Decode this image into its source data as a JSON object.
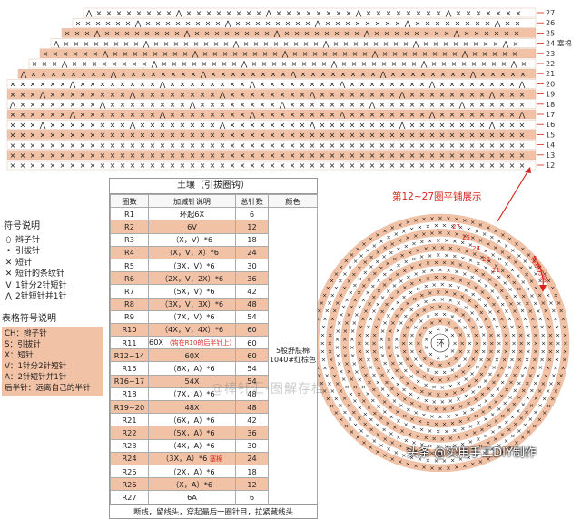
{
  "strip": {
    "rows": [
      {
        "label": "27",
        "color": "#ffffff"
      },
      {
        "label": "26",
        "color": "#ffffff"
      },
      {
        "label": "25",
        "color": "#f2c2a6"
      },
      {
        "label": "24 塞棉",
        "color": "#ffffff"
      },
      {
        "label": "23",
        "color": "#f2c2a6"
      },
      {
        "label": "22",
        "color": "#ffffff"
      },
      {
        "label": "21",
        "color": "#f2c2a6"
      },
      {
        "label": "20",
        "color": "#ffffff"
      },
      {
        "label": "19",
        "color": "#f2c2a6"
      },
      {
        "label": "18",
        "color": "#ffffff"
      },
      {
        "label": "17",
        "color": "#f2c2a6"
      },
      {
        "label": "16",
        "color": "#ffffff"
      },
      {
        "label": "15",
        "color": "#f2c2a6"
      },
      {
        "label": "14",
        "color": "#ffffff"
      },
      {
        "label": "13",
        "color": "#f2c2a6"
      },
      {
        "label": "12",
        "color": "#ffffff"
      }
    ]
  },
  "flat_label": "第12~27圈平铺展示",
  "circle": {
    "arrow_label": "钩织方向",
    "center_label": "环",
    "outer_labels": [
      "27",
      "25",
      "24",
      "23",
      "21"
    ]
  },
  "legend": {
    "title": "符号说明",
    "items": [
      {
        "icon": "chain-icon",
        "symbol": "⬯",
        "label": "辫子针"
      },
      {
        "icon": "slip-stitch-icon",
        "symbol": "•",
        "label": "引拔针"
      },
      {
        "icon": "single-crochet-icon",
        "symbol": "✕",
        "label": "短针"
      },
      {
        "icon": "back-loop-icon",
        "symbol": "✕",
        "label": "短针的条纹针"
      },
      {
        "icon": "increase-icon",
        "symbol": "V",
        "label": "1针分2针短针"
      },
      {
        "icon": "decrease-icon",
        "symbol": "⋀",
        "label": "2针短针并1针"
      }
    ]
  },
  "table_legend": {
    "title": "表格符号说明",
    "items": [
      "CH：辫子针",
      "S：引拔针",
      "X：短针",
      "V：1针分2针短针",
      "A：2针短针并1针",
      "后半针：远离自己的半针"
    ]
  },
  "table": {
    "title": "土壤（引拔圈钩）",
    "headers": [
      "圈数",
      "加减针说明",
      "总针数",
      "颜色"
    ],
    "rows": [
      {
        "round": "R1",
        "desc": "环起6X",
        "total": "6",
        "highlight": false
      },
      {
        "round": "R2",
        "desc": "6V",
        "total": "12",
        "highlight": true
      },
      {
        "round": "R3",
        "desc": "（X，V）*6",
        "total": "18",
        "highlight": false
      },
      {
        "round": "R4",
        "desc": "（X，V，X）*6",
        "total": "24",
        "highlight": true
      },
      {
        "round": "R5",
        "desc": "（3X，V）*6",
        "total": "30",
        "highlight": false
      },
      {
        "round": "R6",
        "desc": "（2X，V，2X）*6",
        "total": "36",
        "highlight": true
      },
      {
        "round": "R7",
        "desc": "（5X，V）*6",
        "total": "42",
        "highlight": false
      },
      {
        "round": "R8",
        "desc": "（3X，V，3X）*6",
        "total": "48",
        "highlight": true
      },
      {
        "round": "R9",
        "desc": "（7X，V）*6",
        "total": "54",
        "highlight": false
      },
      {
        "round": "R10",
        "desc": "（4X，V，4X）*6",
        "total": "60",
        "highlight": true
      },
      {
        "round": "R11",
        "desc": "60X",
        "note": "（钩在R10的后半针上）",
        "total": "60",
        "highlight": false
      },
      {
        "round": "R12~14",
        "desc": "60X",
        "total": "60",
        "highlight": true
      },
      {
        "round": "R15",
        "desc": "（8X，A）*6",
        "total": "54",
        "highlight": false
      },
      {
        "round": "R16~17",
        "desc": "54X",
        "total": "54",
        "highlight": true
      },
      {
        "round": "R18",
        "desc": "（7X，A）*6",
        "total": "48",
        "highlight": false
      },
      {
        "round": "R19~20",
        "desc": "48X",
        "total": "48",
        "highlight": true
      },
      {
        "round": "R21",
        "desc": "（6X，A）*6",
        "total": "42",
        "highlight": false
      },
      {
        "round": "R22",
        "desc": "（5X，A）*6",
        "total": "36",
        "highlight": true
      },
      {
        "round": "R23",
        "desc": "（4X，A）*6",
        "total": "30",
        "highlight": false
      },
      {
        "round": "R24",
        "desc": "（3X，A）*6",
        "note": "塞棉",
        "total": "24",
        "highlight": true
      },
      {
        "round": "R25",
        "desc": "（2X，A）*6",
        "total": "18",
        "highlight": false
      },
      {
        "round": "R26",
        "desc": "（X，A）*6",
        "total": "12",
        "highlight": true
      },
      {
        "round": "R27",
        "desc": "6A",
        "total": "6",
        "highlight": false
      }
    ],
    "yarn": "5股舒肤棉\n1040#红棕色",
    "footer": "断线，留线头，穿起最后一圈针目，拉紧藏线头"
  },
  "watermark": "@棒针汇-图解存档",
  "credit": "头条 @实用手工DIY制作",
  "colors": {
    "peach": "#f2c2a6",
    "red": "#d8241c",
    "stitch": "#1a1a1a"
  }
}
